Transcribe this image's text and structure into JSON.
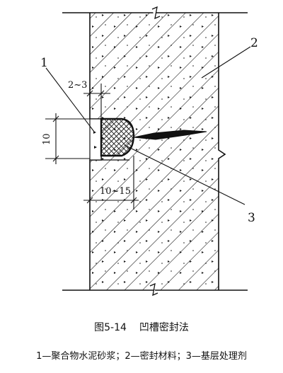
{
  "figure": {
    "title_number": "图5-14",
    "title_text": "凹槽密封法",
    "legend": "1—聚合物水泥砂浆；2—密封材料；3—基层处理剂"
  },
  "callouts": {
    "c1": "1",
    "c2": "2",
    "c3": "3"
  },
  "dimensions": {
    "gap": "2~3",
    "groove_height": "10",
    "groove_depth": "10~15"
  }
}
